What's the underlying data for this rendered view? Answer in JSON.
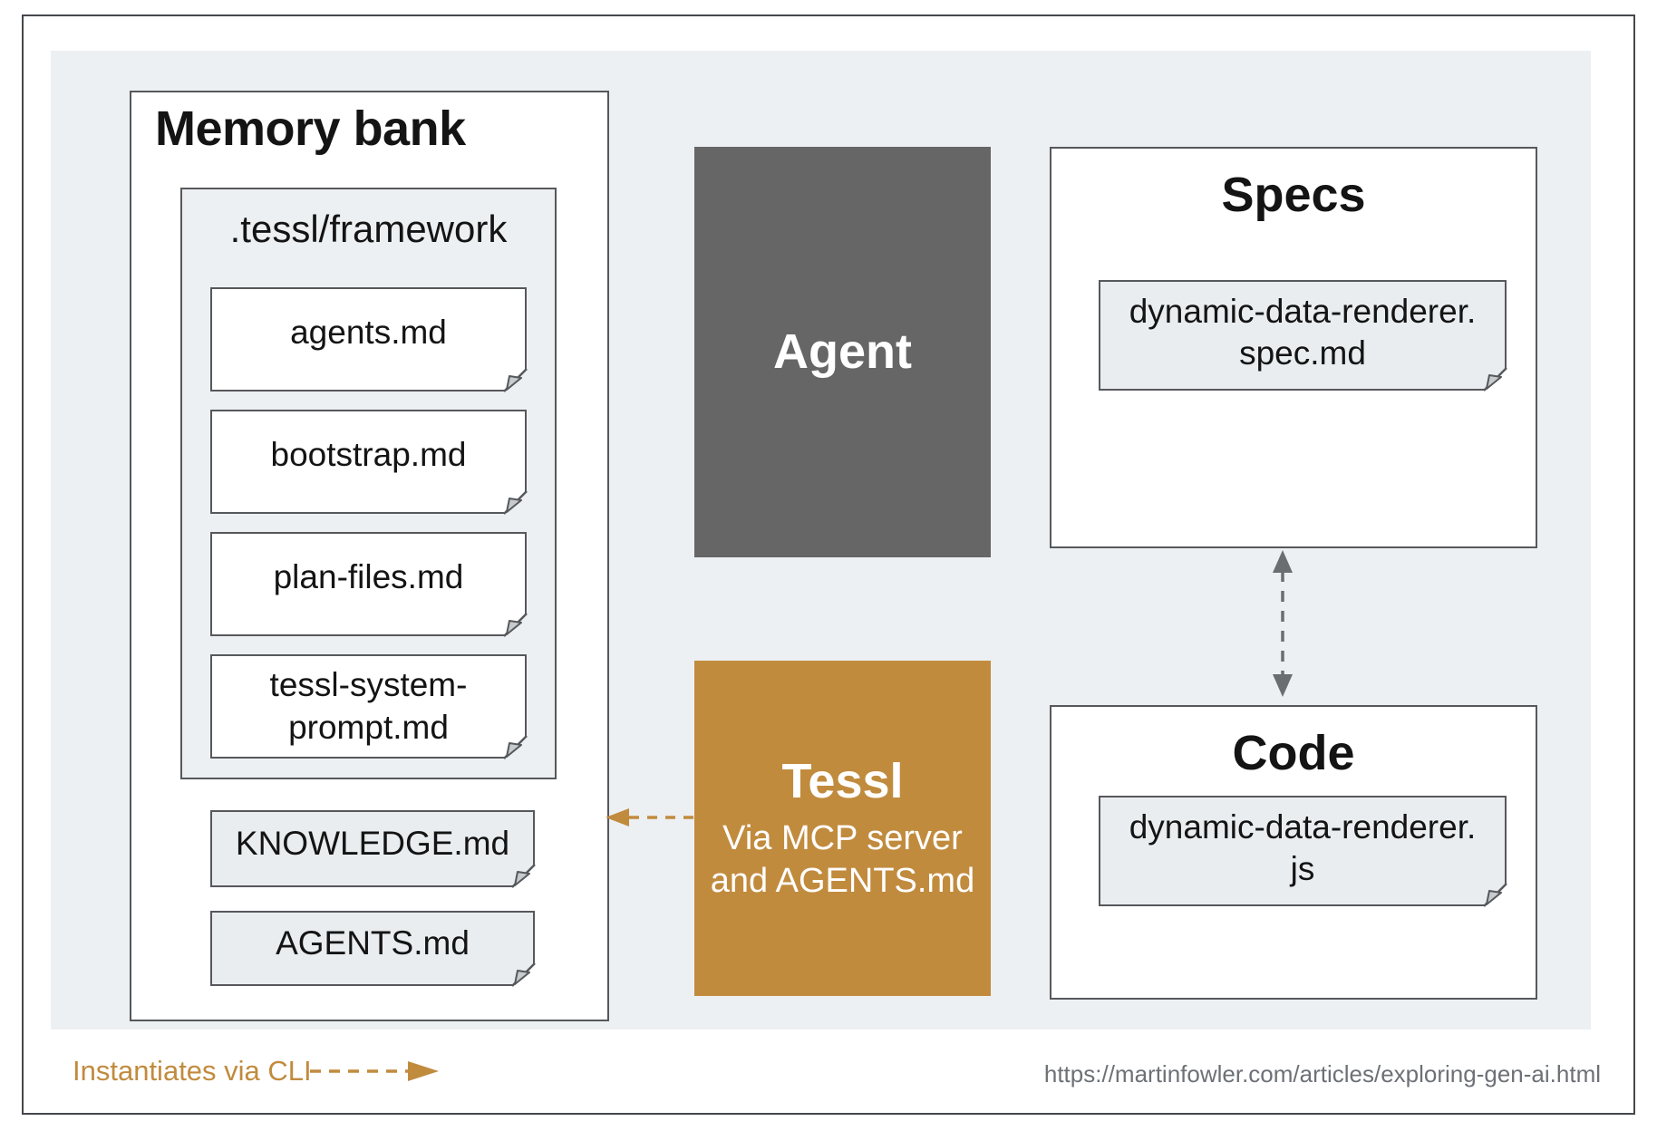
{
  "memory_bank": {
    "title": "Memory bank",
    "framework": {
      "title": ".tessl/framework",
      "files": [
        {
          "line1": "agents.md"
        },
        {
          "line1": "bootstrap.md"
        },
        {
          "line1": "plan-files.md"
        },
        {
          "line1": "tessl-system-",
          "line2": "prompt.md"
        }
      ]
    },
    "root_files": [
      {
        "line1": "KNOWLEDGE.md"
      },
      {
        "line1": "AGENTS.md"
      }
    ]
  },
  "agent": {
    "title": "Agent"
  },
  "tessl": {
    "title": "Tessl",
    "subtitle_line1": "Via MCP server",
    "subtitle_line2": "and AGENTS.md"
  },
  "specs": {
    "title": "Specs",
    "file": {
      "line1": "dynamic-data-renderer.",
      "line2": "spec.md"
    }
  },
  "code": {
    "title": "Code",
    "file": {
      "line1": "dynamic-data-renderer.",
      "line2": "js"
    }
  },
  "legend": {
    "label": "Instantiates via CLI"
  },
  "footer": {
    "url": "https://martinfowler.com/articles/exploring-gen-ai.html"
  },
  "colors": {
    "accent_orange": "#c18b3e",
    "box_dark_gray": "#666666",
    "panel_bg": "#edf0f2",
    "border_gray": "#56585c",
    "arrow_gray": "#6b6e71"
  }
}
